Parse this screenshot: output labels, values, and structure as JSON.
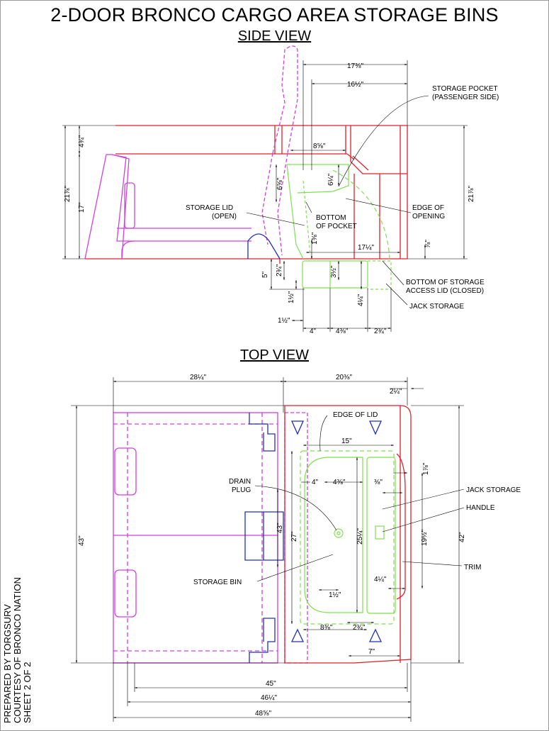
{
  "title": "2-DOOR BRONCO CARGO AREA STORAGE BINS",
  "views": {
    "side": "SIDE VIEW",
    "top": "TOP VIEW"
  },
  "colors": {
    "body_red": "#e0202a",
    "seat_magenta": "#d040e0",
    "bin_green": "#7ee050",
    "bracket_blue": "#2030c0",
    "dim_black": "#000000"
  },
  "side_labels": {
    "storage_pocket": [
      "STORAGE POCKET",
      "(PASSENGER SIDE)"
    ],
    "storage_lid": [
      "STORAGE LID",
      "(OPEN)"
    ],
    "bottom_pocket": [
      "BOTTOM",
      "OF POCKET"
    ],
    "edge_opening": [
      "EDGE OF",
      "OPENING"
    ],
    "bottom_storage": [
      "BOTTOM OF STORAGE",
      "ACCESS LID (CLOSED)"
    ],
    "jack_storage": "JACK STORAGE"
  },
  "side_dims": {
    "d1": "17⅜\"",
    "d2": "16½\"",
    "d3": "8⅝\"",
    "d4": "6⅝\"",
    "d5": "6¼\"",
    "d6": "4¾\"",
    "d7": "21⅞\"",
    "d8": "17\"",
    "d9": "21⅞\"",
    "d10": "1⅜\"",
    "d11": "17¼\"",
    "d12": "⅞\"",
    "d13": "5\"",
    "d14": "2¾\"",
    "d15": "3½\"",
    "d16": "1½\"",
    "d17": "4¼\"",
    "d18": "1½\"",
    "d19": "4\"",
    "d20": "4⅜\"",
    "d21": "2¾\""
  },
  "top_labels": {
    "edge_lid": "EDGE OF LID",
    "drain": [
      "DRAIN",
      "PLUG"
    ],
    "jack": "JACK STORAGE",
    "handle": "HANDLE",
    "trim": "TRIM",
    "storage_bin": "STORAGE BIN"
  },
  "top_dims": {
    "t1": "28¼\"",
    "t2": "20⅜\"",
    "t3": "2¼\"",
    "t4": "15\"",
    "t5": "1⅞\"",
    "t6": "4\"",
    "t7": "4⅜\"",
    "t8": "⅜\"",
    "t9": "43\"",
    "t10": "43\"",
    "t11": "27\"",
    "t12": "25¼\"",
    "t13": "19½\"",
    "t14": "42\"",
    "t15": "4¼\"",
    "t16": "1½\"",
    "t17": "8⅜\"",
    "t18": "2¾\"",
    "t19": "7\"",
    "t20": "45\"",
    "t21": "46¼\"",
    "t22": "48⅝\""
  },
  "credit": [
    "PREPARED BY TORGSURV",
    "COURTESY OF BRONCO NATION",
    "SHEET 2 OF 2"
  ]
}
